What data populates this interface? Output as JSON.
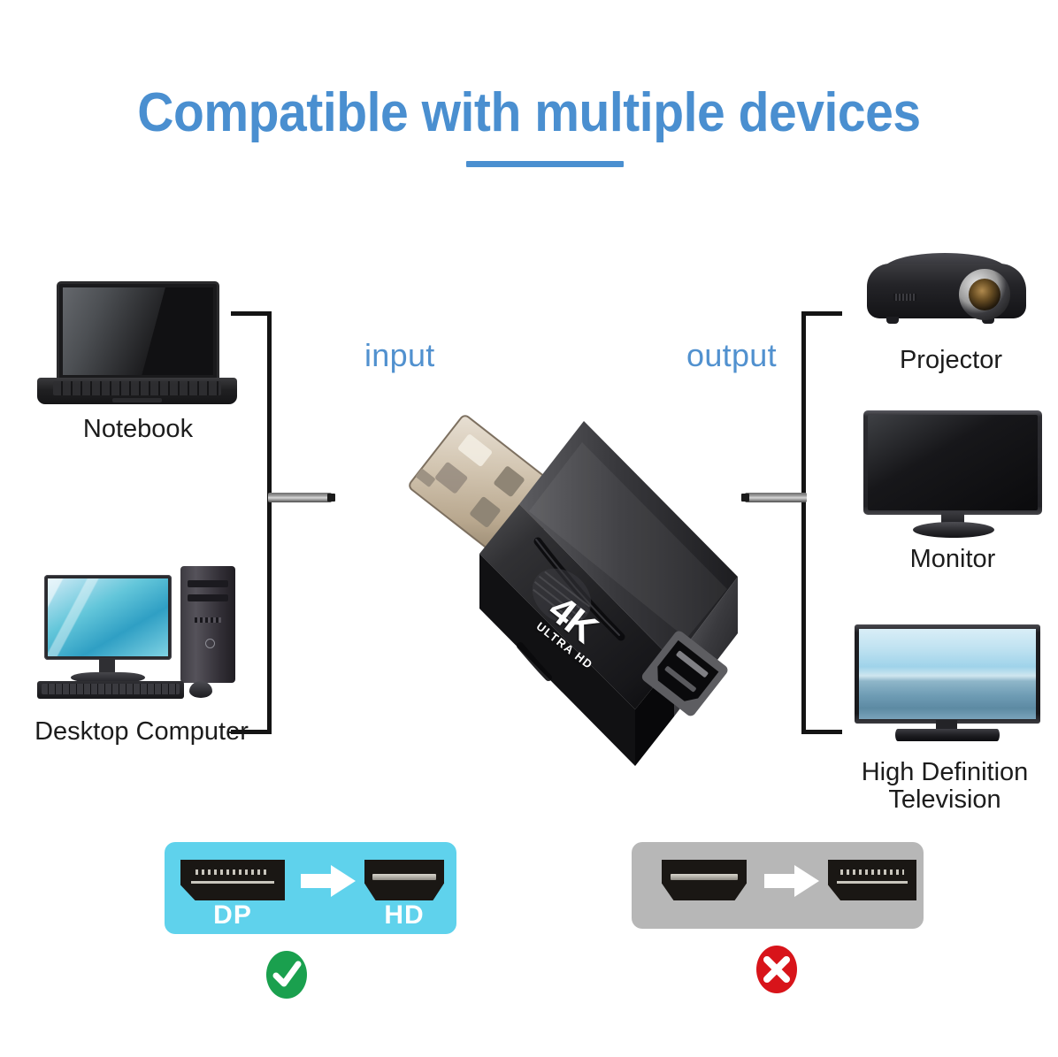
{
  "title": "Compatible with multiple devices",
  "accent_color": "#4a8fd0",
  "flow": {
    "input_label": "input",
    "output_label": "output"
  },
  "input_devices": [
    {
      "name": "notebook",
      "label": "Notebook"
    },
    {
      "name": "desktop-computer",
      "label": "Desktop Computer"
    }
  ],
  "output_devices": [
    {
      "name": "projector",
      "label": "Projector"
    },
    {
      "name": "monitor",
      "label": "Monitor"
    },
    {
      "name": "hdtv",
      "label": "High Definition\nTelevision"
    }
  ],
  "product": {
    "badge_main": "4K",
    "badge_sub": "ULTRA HD",
    "input_port": "DisplayPort male",
    "output_port": "HDMI female"
  },
  "comparison": {
    "supported": {
      "from_label": "DP",
      "to_label": "HD",
      "panel_color": "#5fd2ec",
      "mark": "check",
      "mark_color": "#1aa04e"
    },
    "unsupported": {
      "from_label": "",
      "to_label": "",
      "panel_color": "#b7b7b7",
      "mark": "cross",
      "mark_color": "#d8141a"
    }
  }
}
